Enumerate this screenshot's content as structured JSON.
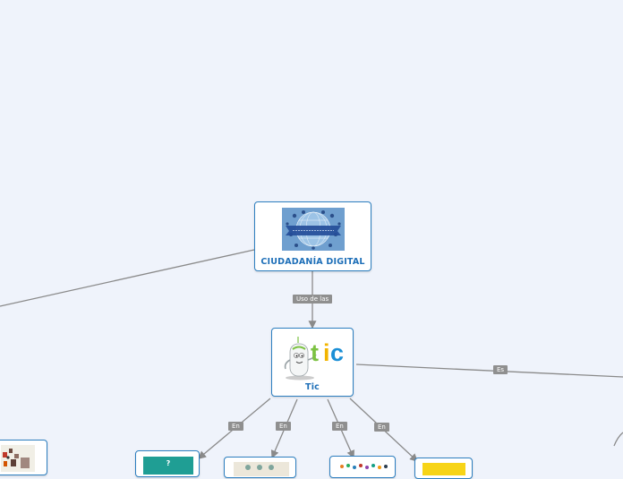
{
  "central": {
    "label": "CIUDADANÍA DIGITAL"
  },
  "tic": {
    "label": "Tic"
  },
  "edges": {
    "uso": "Uso de las",
    "es": "Es",
    "en1": "En",
    "en2": "En",
    "en3": "En",
    "en4": "En"
  },
  "colors": {
    "background": "#eff3fb",
    "node_border": "#2d7fc0",
    "node_text": "#1e6fb8",
    "connector": "#8a8a8a",
    "edge_label_bg": "#8f8f8f"
  }
}
